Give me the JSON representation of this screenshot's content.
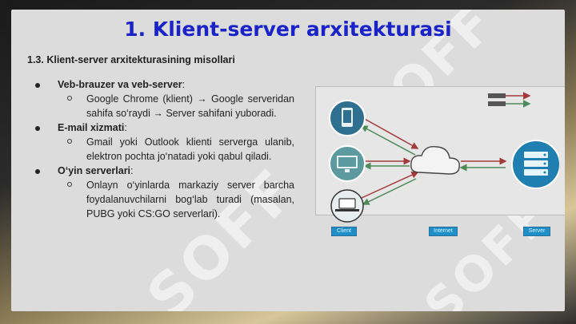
{
  "slide": {
    "title": "1. Klient-server arxitekturasi",
    "subtitle": "1.3. Klient-server arxitekturasining misollari"
  },
  "items": [
    {
      "title": "Veb-brauzer va veb-server",
      "suffix": ":",
      "sub": "Google Chrome (klient) → Google serveridan sahifa so‘raydi → Server sahifani yuboradi."
    },
    {
      "title": "E-mail xizmati",
      "suffix": ":",
      "sub": "Gmail yoki Outlook klienti serverga ulanib, elektron pochta jo‘natadi yoki qabul qiladi."
    },
    {
      "title": "O‘yin serverlari",
      "suffix": ":",
      "sub": "Onlayn o‘yinlarda markaziy server barcha foydalanuvchilarni bog‘lab turadi (masalan, PUBG yoki CS:GO serverlari)."
    }
  ],
  "diagram": {
    "icons": [
      "phone-icon",
      "monitor-icon",
      "laptop-icon",
      "cloud-icon",
      "server-icon"
    ],
    "tags": [
      "Client",
      "Internet",
      "Server"
    ],
    "colors": {
      "client_circle": "#2f6f8f",
      "monitor_circle": "#5c9aa0",
      "server_circle": "#1f7fb0",
      "arrow_red": "#a33a3a",
      "arrow_green": "#4f8a5a",
      "tag_fill": "#1f8fc7"
    }
  }
}
